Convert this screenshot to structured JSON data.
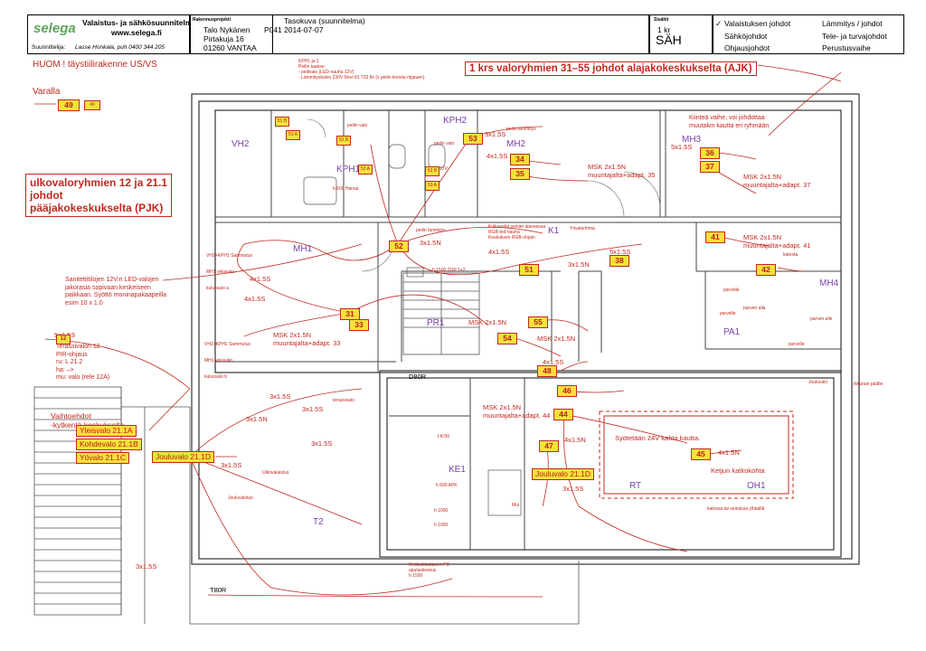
{
  "title_block": {
    "company": "Valaistus- ja sähkösuunnitelma",
    "website": "www.selega.fi",
    "designer_label": "Suunnittelija:",
    "designer": "Lasse Honkala, puh 0400 344 205",
    "project_label": "Rakennusprojekti",
    "project_name": "Talo Nykänen",
    "address": "Pirtakuja 16",
    "city": "01260 VANTAA",
    "drawing_no": "P041",
    "drawing_type": "Tasokuva (suunnitelma)",
    "date": "2014-07-07",
    "contents_label": "Sisältö",
    "floor": "1 kr",
    "discipline": "SÄH",
    "checklist": [
      {
        "label": "Valaistuksen johdot",
        "checked": "✓"
      },
      {
        "label": "Sähköjohdot",
        "checked": ""
      },
      {
        "label": "Ohjausjohdot",
        "checked": ""
      },
      {
        "label": "Lämmitys / johdot",
        "checked": ""
      },
      {
        "label": "Tele- ja turvajohdot",
        "checked": ""
      },
      {
        "label": "Perustusvaihe",
        "checked": ""
      }
    ]
  },
  "notes": {
    "huom": "HUOM ! täystiilirakenne US/VS",
    "varalla": "Varalla",
    "heading_ajk": "1 krs valoryhmien 31–55 johdot alajakokeskukselta (AJK)",
    "heading_pjk_1": "ulkovaloryhmien 12 ja 21.1",
    "heading_pjk_2": "johdot",
    "heading_pjk_3": "pääjakokeskukselta (PJK)",
    "vaihtoehdot_1": "Vaihtoehdot",
    "vaihtoehdot_2": "-kytkentä keskukselta",
    "kiintea_1": "Kiinteä vaihe, voi johdottaa",
    "kiintea_2": "muutakin kautta eri ryhmään",
    "sanitetti_1": "Sanitettitilojen 12V:n LED-valojen",
    "sanitetti_2": "jakorasia sopivaan keskeiseen",
    "sanitetti_3": "paikkaan. Syöttö moninapakaapeilla",
    "sanitetti_4": "esim 10 x 1.0",
    "terassi_1": "Terassivalon 12",
    "terassi_2": "PIR-ohjaus",
    "terassi_3": "ru: L 21.2",
    "terassi_4": "ha: –>",
    "terassi_5": "mu: valo (rele 12A)",
    "kph_1": "KPH1 ja 2",
    "kph_2": "Peilin taakse:",
    "kph_3": "- peilivalo (LED-nauha 12V)",
    "kph_4": "- Lämmityskalvo 230V Devi 81 733 8x (x peilin koosta riippuen)",
    "syotetaan": "Syötetään 24V kahta kautta.",
    "ketjun": "Ketjun katkokohta",
    "msk33_1": "MSK 2x1.5N",
    "msk33_2": "muuntajalta+adapt. 33",
    "msk35_1": "MSK 2x1.5N",
    "msk35_2": "muuntajalta+adapt. 35",
    "msk37_1": "MSK 2x1.5N",
    "msk37_2": "muuntajalta+adapt. 37",
    "msk41_1": "MSK 2x1.5N",
    "msk41_2": "muuntajalta+adapt. 41",
    "msk44_1": "MSK 2x1.5N",
    "msk44_2": "muuntajalta+adapt. 44",
    "msk55": "MSK 2x1.5N",
    "msk54": "MSK 2x1.5N",
    "vh2_a_1": "VH2+KPH1 Sammutus",
    "vh2_a_2": "MH1 yleisvalo",
    "vh2_a_3": "kulussalo a",
    "vh2_b_1": "VH2+KPH1 Sammutus",
    "vh2_b_2": "MH1 yleisvalo",
    "vh2_b_3": "kulussalo b"
  },
  "rooms": [
    "VH2",
    "KPH1",
    "KPH2",
    "MH2",
    "MH3",
    "MH1",
    "K1",
    "MH4",
    "PR1",
    "PA1",
    "KE1",
    "RT",
    "OH1",
    "T2"
  ],
  "circuits": {
    "c49": "49",
    "c49b": "49",
    "c31": "31",
    "c33": "33",
    "c34": "34",
    "c35": "35",
    "c36": "36",
    "c37": "37",
    "c38": "38",
    "c41": "41",
    "c42": "42",
    "c44": "44",
    "c45": "45",
    "c46": "46",
    "c47": "47",
    "c48": "48",
    "c51": "51",
    "c52": "52",
    "c53": "53",
    "c54": "54",
    "c55": "55",
    "yleisvalo": "Yleisvalo 21.1A",
    "kohdevalo": "Kohdevalo 21.1B",
    "yovalo": "Yövalo 21.1C",
    "jouluvalo_l": "Jouluvalo 21.1D",
    "jouluvalo_r": "Jouluvalo 21.1D"
  },
  "cables": {
    "c_4x15s": "4x1.5S",
    "c_3x15s": "3x1.5S",
    "c_5x15s": "5x1.5S",
    "c_3x15n": "3x1.5N",
    "c_4x15n": "4x1.5N"
  },
  "small_labels": {
    "t80r": "T80R",
    "d80r": "D80R",
    "h1500": "h 1500 TOP 1+2",
    "h600": "h 600 Hansa",
    "h600apk": "h 600 APK",
    "h1000": "h 1000",
    "h1000b": "h 1000",
    "keskus": "Keskuslautainen PC\napulaskeskus\nh 1500",
    "kattona": "katossa tai seinässä ylhäällä",
    "jouluvalo": "Jouluvalo",
    "jouluvalot": "Jouluvalotus",
    "terassialo": "terassivalo",
    "katosvalo": "Ulkovalaistus",
    "ylalaipat": "Yövalorihma",
    "kulkuvalot": "Kulkuvalot seinän alaosassa\nRGB-led-nauha\nKeskuksen RGB-ohjain",
    "peilin": "peilin valo",
    "peilin2": "peilin valo",
    "lammitys": "peilin lämmitys",
    "lammitys2": "peilin lämmitys",
    "kattosta": "katosta",
    "parveke1": "parvelle",
    "parveke2": "parvelle",
    "parveke3": "parven alla",
    "parveke4": "parven alle",
    "parveke5": "parvelle",
    "ikkuna": "Ikkunan päälle",
    "lk": "LK/30",
    "mui": "Mui",
    "v12": "12V",
    "s51a": "51 A",
    "s51b": "51 B",
    "s52a": "52 A",
    "s52b": "52 B",
    "s53a": "53 A",
    "s53b": "53 B"
  }
}
